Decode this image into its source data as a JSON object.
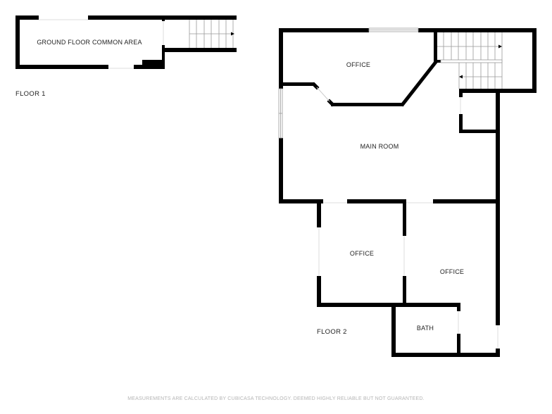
{
  "floor1": {
    "label": "FLOOR 1",
    "rooms": [
      {
        "name": "GROUND FLOOR COMMON AREA"
      }
    ]
  },
  "floor2": {
    "label": "FLOOR 2",
    "rooms": [
      {
        "name": "OFFICE"
      },
      {
        "name": "MAIN ROOM"
      },
      {
        "name": "OFFICE"
      },
      {
        "name": "OFFICE"
      },
      {
        "name": "BATH"
      }
    ]
  },
  "colors": {
    "wall": "#000000",
    "stair_line": "#999999",
    "window": "#aaaaaa",
    "disclaimer": "#b5b5b5"
  },
  "footer": {
    "disclaimer": "MEASUREMENTS ARE CALCULATED BY CUBICASA TECHNOLOGY. DEEMED HIGHLY RELIABLE BUT NOT GUARANTEED."
  }
}
